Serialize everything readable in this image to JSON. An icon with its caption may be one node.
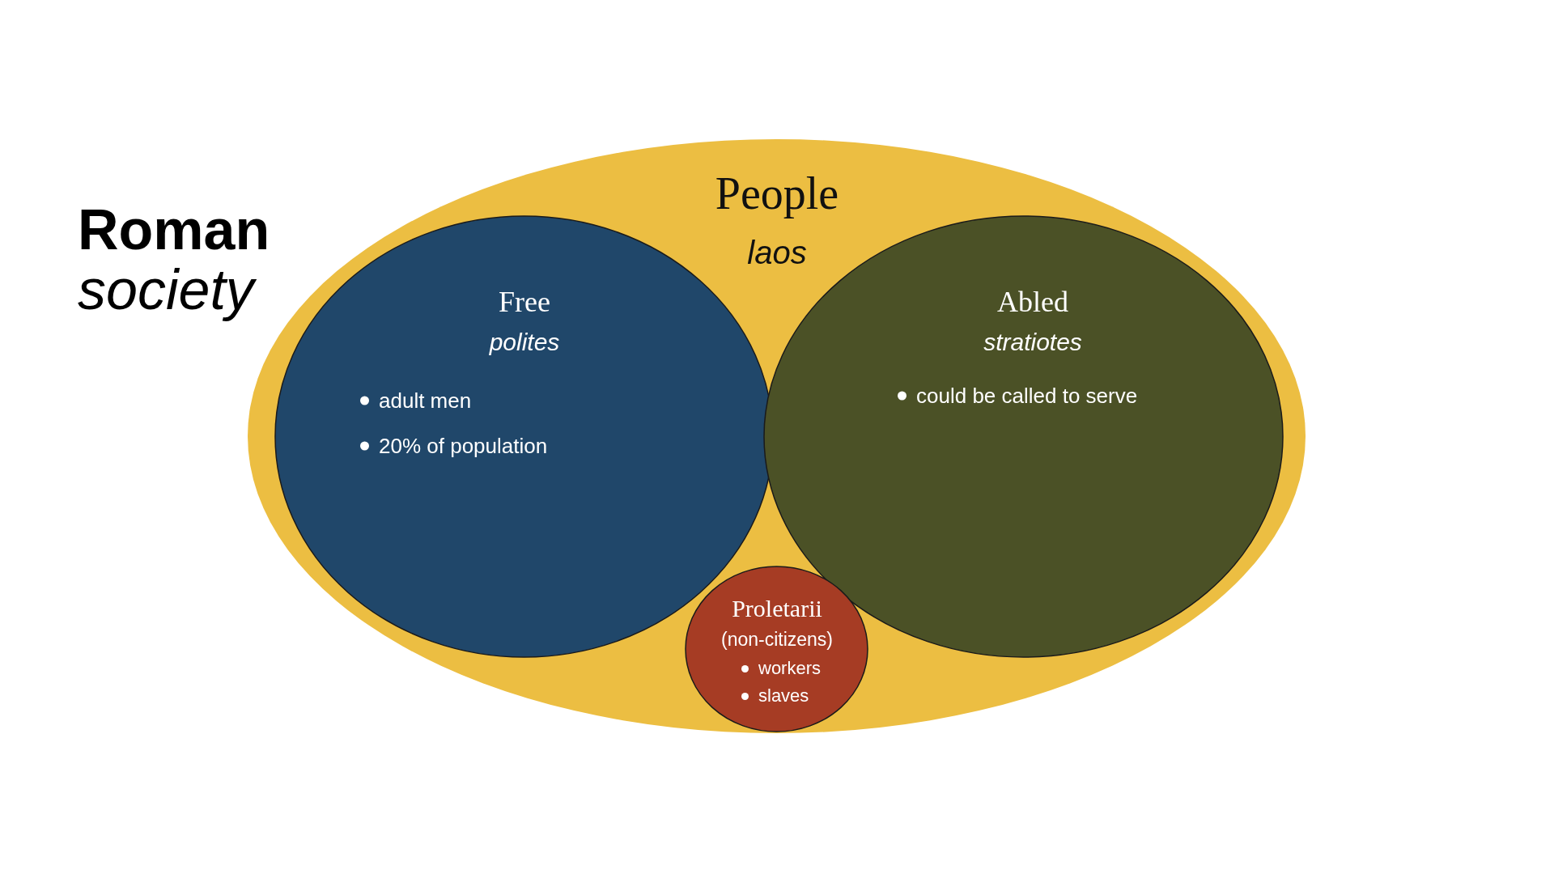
{
  "diagram": {
    "title": "**Roman** *society*",
    "nodes": [
      {
        "text": [
          "People",
          "laos"
        ]
      },
      {
        "text": [
          "Free",
          "polites",
          "adult men",
          "20% of population"
        ],
        "in": 0
      },
      {
        "text": [
          "Abled",
          "stratiotes",
          "could be called to serve"
        ],
        "in": 0
      },
      {
        "text": [
          "Proletarii",
          "(non-citizens)",
          "workers",
          "slaves"
        ],
        "in": 0
      }
    ]
  }
}
